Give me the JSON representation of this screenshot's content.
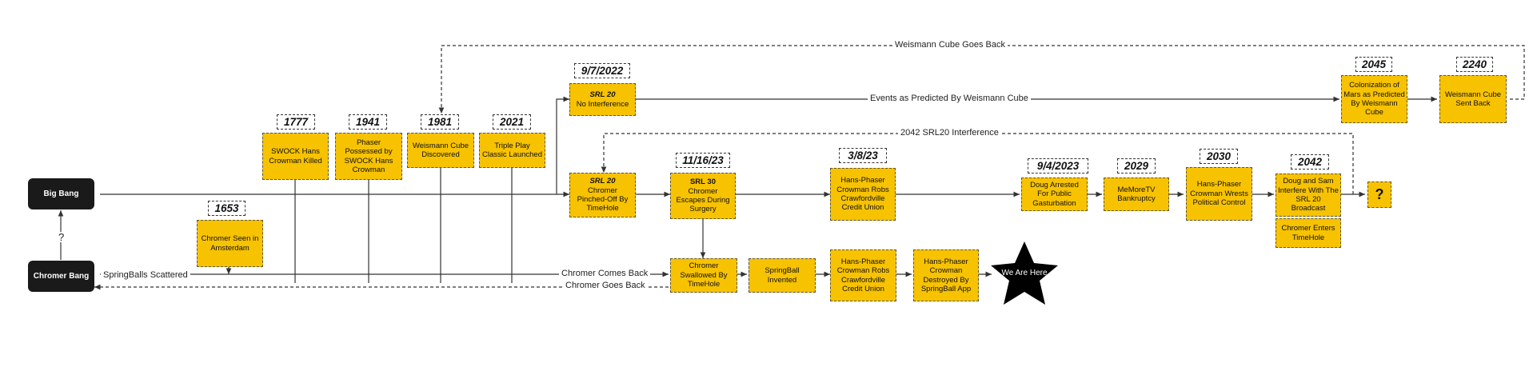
{
  "nodes": {
    "big_bang": "Big Bang",
    "chromer_bang": "Chromer Bang",
    "question_vertical": "?",
    "chromer_amsterdam": "Chromer Seen in Amsterdam",
    "swock_killed": "SWOCK Hans Crowman Killed",
    "phaser_possessed": "Phaser Possessed by SWOCK Hans Crowman",
    "weismann_discovered": "Weismann Cube Discovered",
    "triple_play": "Triple Play Classic Launched",
    "srl20_no_interf_title": "SRL 20",
    "srl20_no_interf_text": "No Interference",
    "srl20_pinched_title": "SRL 20",
    "srl20_pinched_text": "Chromer Pinched-Off By TimeHole",
    "srl30_title": "SRL 30",
    "srl30_text": "Chromer Escapes During Surgery",
    "hans_robs_top": "Hans-Phaser Crowman Robs Crawfordville Credit Union",
    "doug_arrested": "Doug Arrested For Public Gasturbation",
    "memore_bankruptcy": "MeMoreTV Bankruptcy",
    "hans_wrests": "Hans-Phaser Crowman Wrests Political Control",
    "doug_sam": "Doug and Sam Interfere With The SRL 20 Broadcast",
    "chromer_enters": "Chromer Enters TimeHole",
    "question_end": "?",
    "colonization": "Colonization of Mars as Predicted By Weismann Cube",
    "weismann_sent_back": "Weismann Cube Sent Back",
    "chromer_swallowed": "Chromer Swallowed By TimeHole",
    "springball_invented": "SpringBall Invented",
    "hans_robs_bottom": "Hans-Phaser Crowman Robs Crawfordville Credit Union",
    "hans_destroyed": "Hans-Phaser Crowman Destroyed By SpringBall App",
    "we_are_here": "We Are Here"
  },
  "dates": {
    "d1653": "1653",
    "d1777": "1777",
    "d1941": "1941",
    "d1981": "1981",
    "d2021": "2021",
    "d2022": "9/7/2022",
    "d2023a": "11/16/23",
    "d2023b": "3/8/23",
    "d2023c": "9/4/2023",
    "d2029": "2029",
    "d2030": "2030",
    "d2042": "2042",
    "d2045": "2045",
    "d2240": "2240"
  },
  "edge_labels": {
    "weismann_goes_back": "Weismann Cube Goes Back",
    "events_predicted": "Events as Predicted By Weismann Cube",
    "srl20_interference": "2042 SRL20 Interference",
    "springballs_scattered": "SpringBalls Scattered",
    "chromer_comes_back": "Chromer Comes Back",
    "chromer_goes_back": "Chromer Goes Back"
  },
  "colors": {
    "node_fill": "#f7c200",
    "terminal_fill": "#1a1a1a",
    "line": "#333333"
  }
}
